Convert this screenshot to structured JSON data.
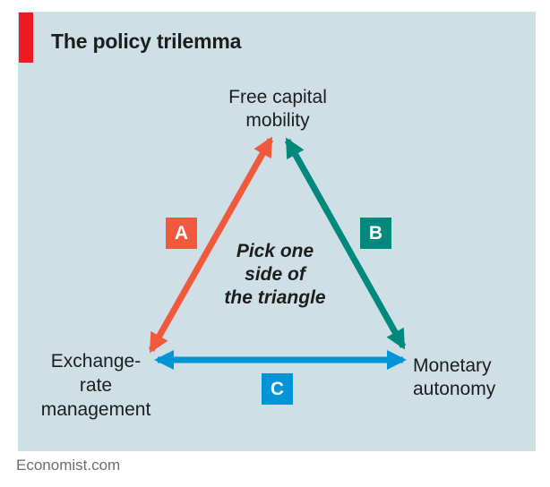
{
  "header": {
    "title": "The policy trilemma"
  },
  "diagram": {
    "center_note": "Pick one\nside of\nthe triangle",
    "vertices": [
      {
        "id": "top",
        "label": "Free capital\nmobility"
      },
      {
        "id": "bottom_left",
        "label": "Exchange-\nrate\nmanagement"
      },
      {
        "id": "bottom_right",
        "label": "Monetary\nautonomy"
      }
    ],
    "edges": [
      {
        "id": "A",
        "label": "A",
        "color": "#f0593c",
        "connects": [
          "bottom_left",
          "top"
        ]
      },
      {
        "id": "B",
        "label": "B",
        "color": "#00897c",
        "connects": [
          "top",
          "bottom_right"
        ]
      },
      {
        "id": "C",
        "label": "C",
        "color": "#0095d4",
        "connects": [
          "bottom_left",
          "bottom_right"
        ]
      }
    ]
  },
  "footer": {
    "source": "Economist.com"
  },
  "colors": {
    "accent_bar": "#ec1b23",
    "panel_background": "#cfdfe6",
    "text": "#1d1d1b",
    "footer_text": "#6e6e72"
  }
}
